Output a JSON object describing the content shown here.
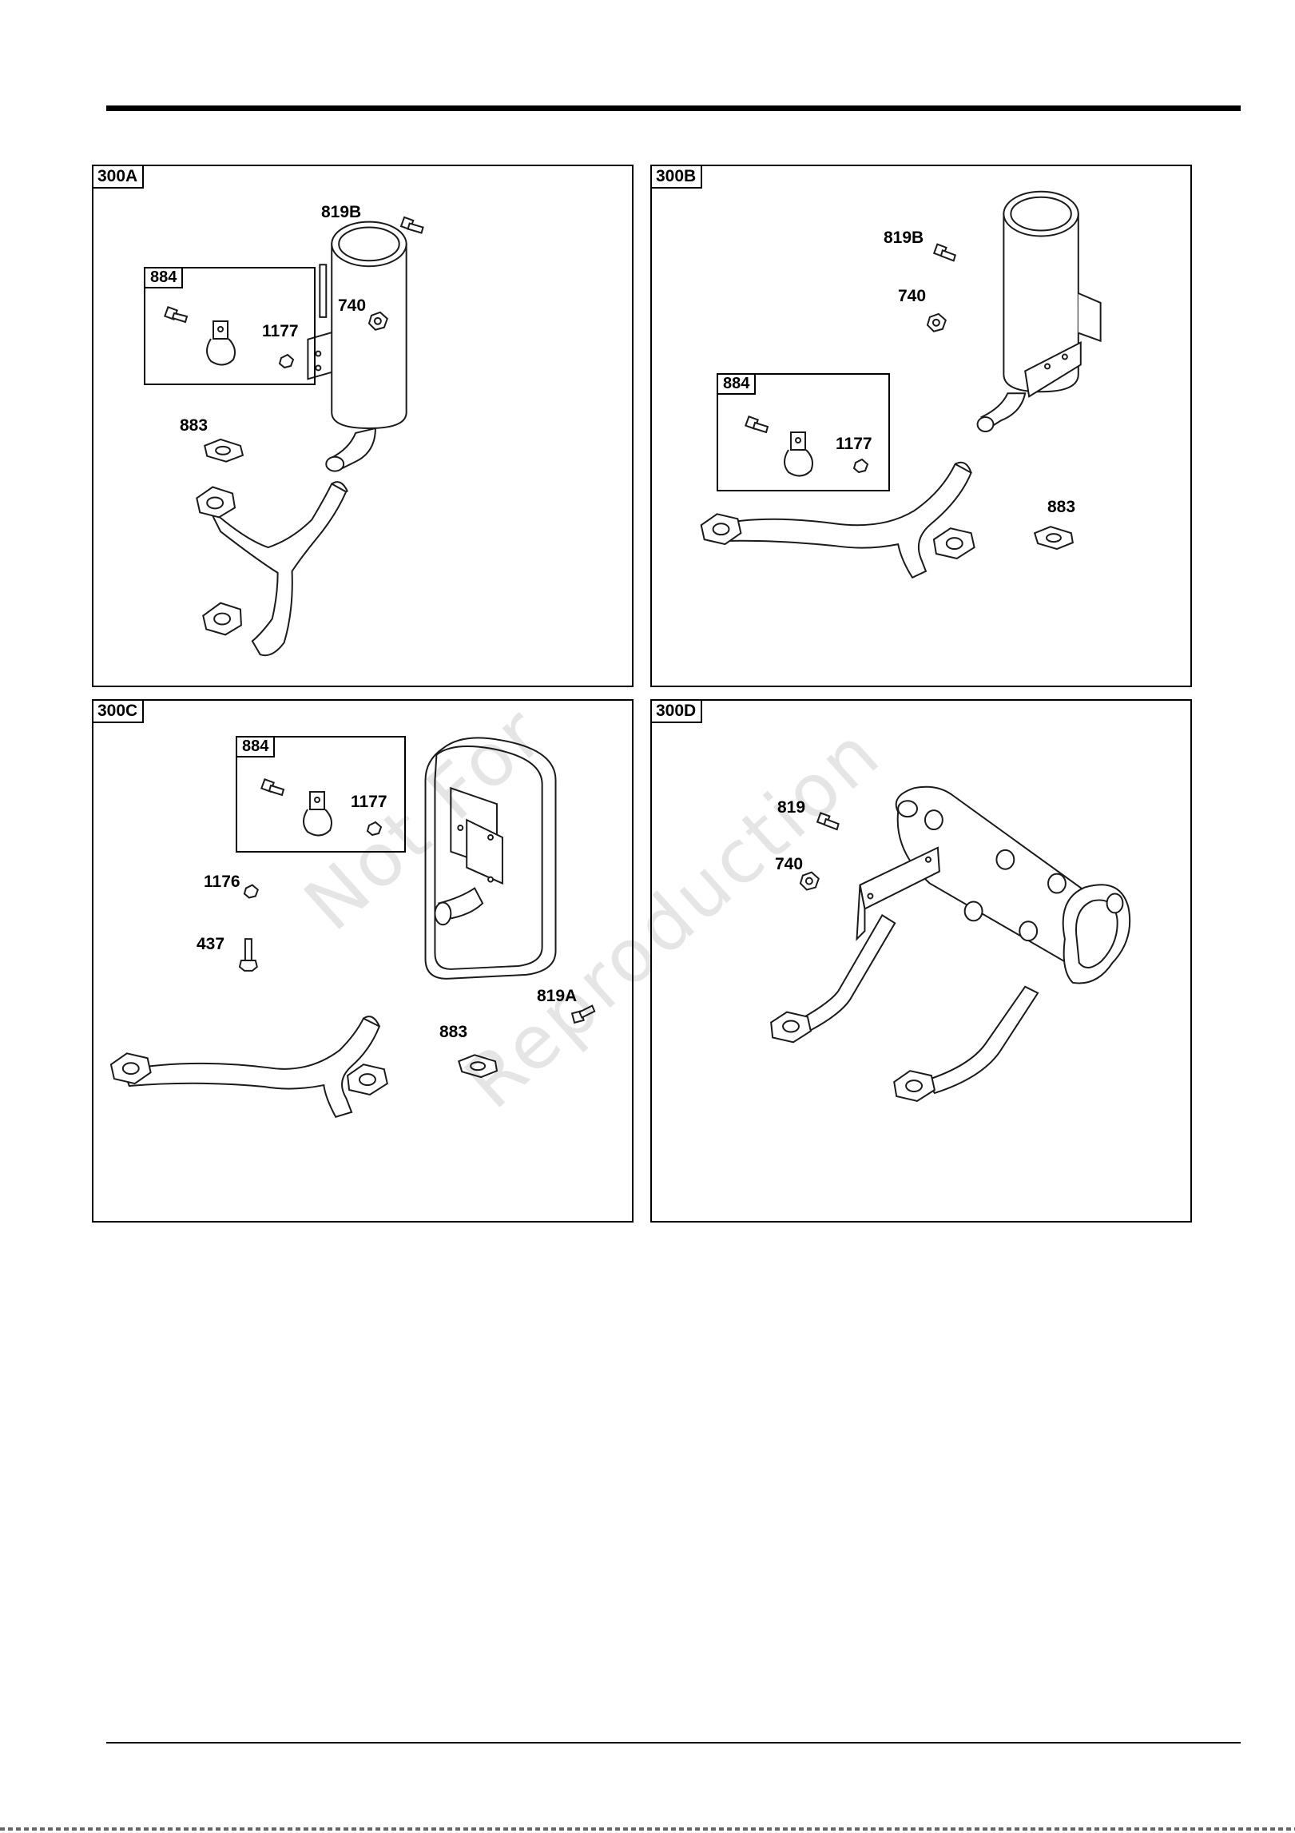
{
  "page": {
    "rule_color": "#000000",
    "line_color": "#1a1a1a"
  },
  "panels": [
    {
      "tag": "300A",
      "kit": {
        "tag": "884",
        "label_nut": "1177"
      },
      "callouts": {
        "bolt": "819B",
        "nut": "740",
        "gasket": "883"
      }
    },
    {
      "tag": "300B",
      "kit": {
        "tag": "884",
        "label_nut": "1177"
      },
      "callouts": {
        "bolt": "819B",
        "nut": "740",
        "gasket": "883"
      }
    },
    {
      "tag": "300C",
      "kit": {
        "tag": "884",
        "label_nut": "1177"
      },
      "callouts": {
        "nut": "1176",
        "stud": "437",
        "bolt": "819A",
        "gasket": "883"
      }
    },
    {
      "tag": "300D",
      "callouts": {
        "bolt": "819",
        "nut": "740"
      }
    }
  ],
  "watermark": {
    "line1": "Not For",
    "line2": "Reproduction"
  }
}
